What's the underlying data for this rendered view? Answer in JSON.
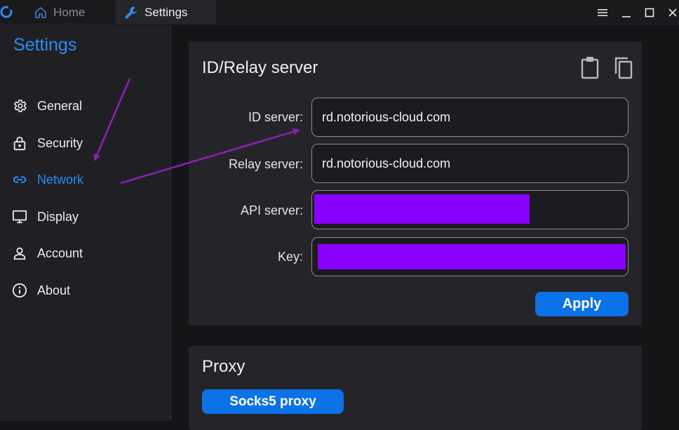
{
  "titlebar": {
    "tabs": [
      {
        "label": "Home",
        "icon": "home-icon"
      },
      {
        "label": "Settings",
        "icon": "wrench-icon"
      }
    ],
    "window_controls": [
      "menu-icon",
      "minimize-icon",
      "maximize-icon",
      "close-icon"
    ]
  },
  "sidebar": {
    "title": "Settings",
    "items": [
      {
        "label": "General",
        "icon": "gear-icon"
      },
      {
        "label": "Security",
        "icon": "lock-icon"
      },
      {
        "label": "Network",
        "icon": "link-icon",
        "active": true
      },
      {
        "label": "Display",
        "icon": "monitor-icon"
      },
      {
        "label": "Account",
        "icon": "person-icon"
      },
      {
        "label": "About",
        "icon": "info-icon"
      }
    ]
  },
  "id_relay": {
    "title": "ID/Relay server",
    "fields": [
      {
        "label": "ID server:",
        "value": "rd.notorious-cloud.com"
      },
      {
        "label": "Relay server:",
        "value": "rd.notorious-cloud.com"
      },
      {
        "label": "API server:",
        "value": ""
      },
      {
        "label": "Key:",
        "value": ""
      }
    ],
    "apply_label": "Apply"
  },
  "proxy": {
    "title": "Proxy",
    "socks5_label": "Socks5 proxy"
  },
  "colors": {
    "accent": "#2a8cf2",
    "button": "#0b72e8",
    "redaction": "#8a00ff",
    "annotation_arrow": "#8b1fb0"
  }
}
